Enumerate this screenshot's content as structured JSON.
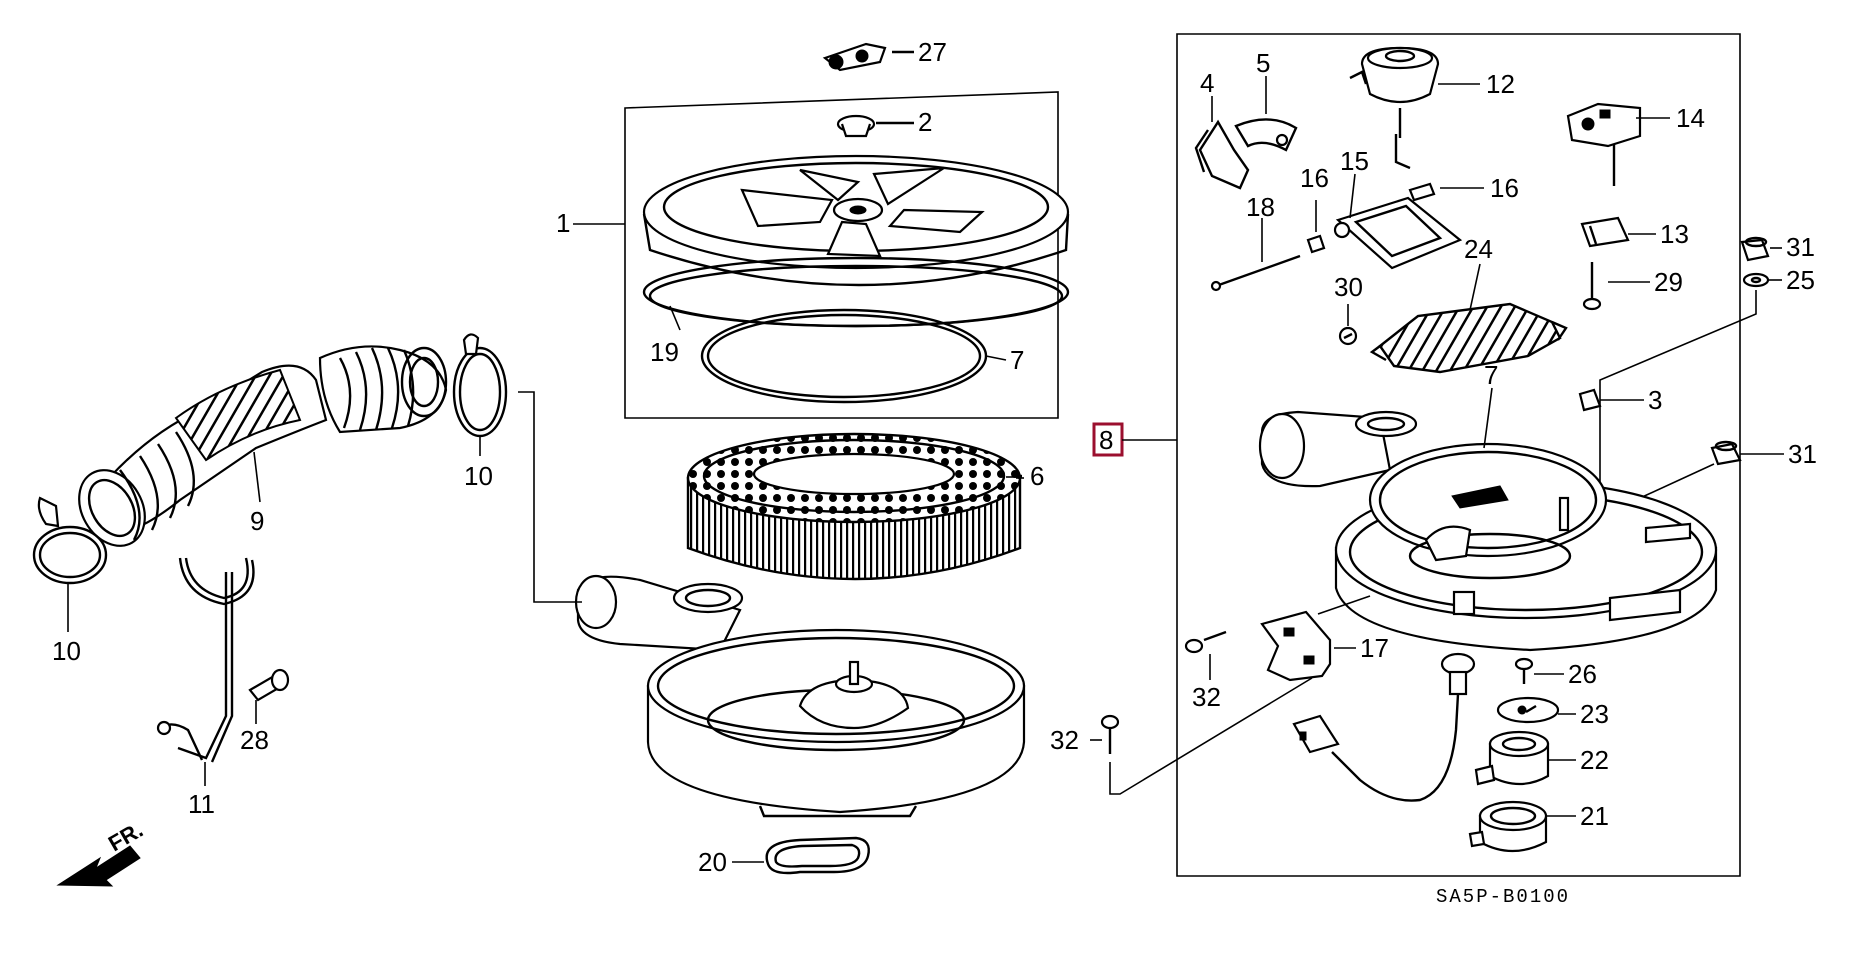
{
  "diagram": {
    "code": "SA5P-B0100",
    "direction": "FR.",
    "highlight_accent": "#9b0f2e",
    "labels": {
      "l1": "1",
      "l2": "2",
      "l3": "3",
      "l4": "4",
      "l5": "5",
      "l6": "6",
      "l7a": "7",
      "l7b": "7",
      "l8": "8",
      "l9": "9",
      "l10a": "10",
      "l10b": "10",
      "l11": "11",
      "l12": "12",
      "l13": "13",
      "l14": "14",
      "l15": "15",
      "l16a": "16",
      "l16b": "16",
      "l17": "17",
      "l18": "18",
      "l19": "19",
      "l20": "20",
      "l21": "21",
      "l22": "22",
      "l23": "23",
      "l24": "24",
      "l25": "25",
      "l26": "26",
      "l27": "27",
      "l28": "28",
      "l29": "29",
      "l30": "30",
      "l31a": "31",
      "l31b": "31",
      "l32a": "32",
      "l32b": "32"
    }
  }
}
